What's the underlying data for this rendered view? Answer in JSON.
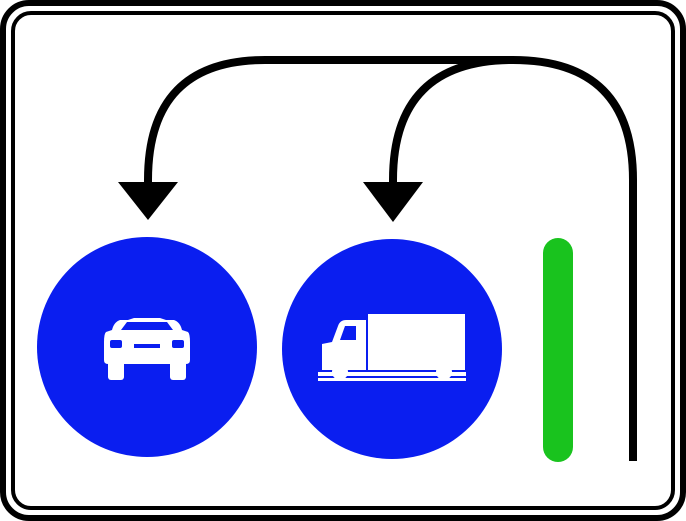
{
  "sign": {
    "background_color": "#ffffff",
    "border_color": "#000000",
    "routes": [
      {
        "lane": "left",
        "vehicle": "car",
        "symbol_icon": "car-icon",
        "disc_color": "#0a1ef0"
      },
      {
        "lane": "center",
        "vehicle": "truck",
        "symbol_icon": "truck-icon",
        "disc_color": "#0a1ef0"
      }
    ],
    "arrow_color": "#000000",
    "divider": {
      "color": "#19c31e",
      "icon": "green-lane-divider"
    },
    "symbol_color": "#ffffff"
  }
}
